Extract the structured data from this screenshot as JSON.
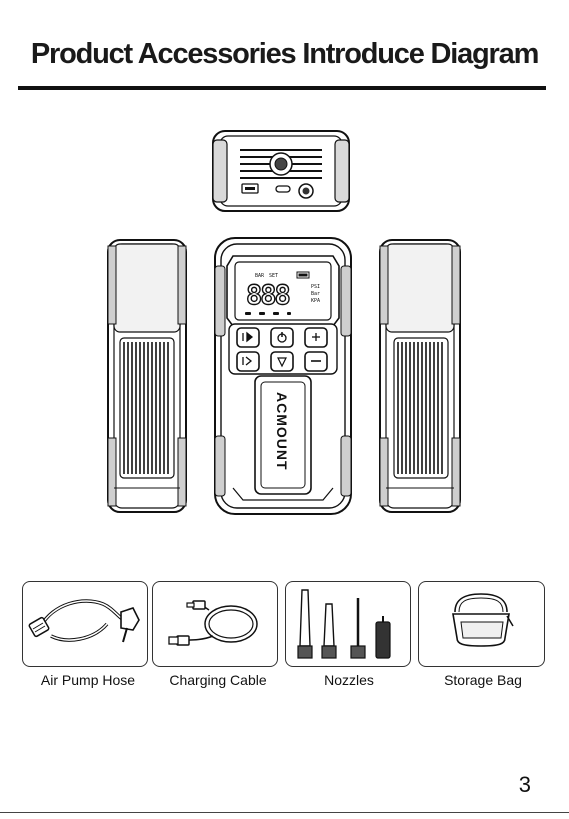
{
  "header": {
    "title": "Product Accessories Introduce Diagram"
  },
  "device": {
    "brand": "ACMOUNT",
    "lcd_value": "888",
    "lcd_units": [
      "PSI",
      "Bar",
      "KPA"
    ],
    "lcd_top_labels": [
      "BAR",
      "SET"
    ]
  },
  "accessories": [
    {
      "label": "Air Pump Hose",
      "icon": "air-pump-hose-icon"
    },
    {
      "label": "Charging Cable",
      "icon": "charging-cable-icon"
    },
    {
      "label": "Nozzles",
      "icon": "nozzles-icon"
    },
    {
      "label": "Storage Bag",
      "icon": "storage-bag-icon"
    }
  ],
  "footer": {
    "page_number": "3"
  }
}
